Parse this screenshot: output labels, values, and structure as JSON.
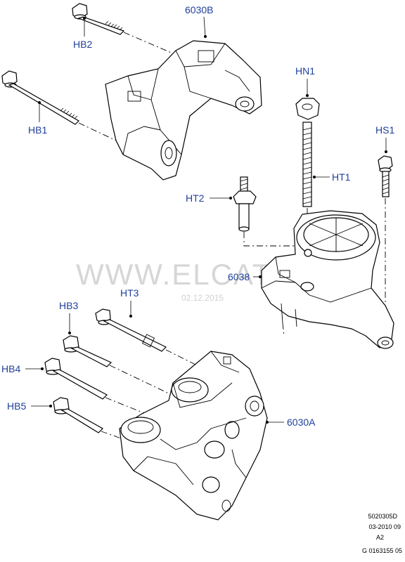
{
  "labels": {
    "hb2": "HB2",
    "part_6030b": "6030B",
    "hb1": "HB1",
    "hn1": "HN1",
    "hs1": "HS1",
    "ht1": "HT1",
    "ht2": "HT2",
    "part_6038": "6038",
    "ht3": "HT3",
    "hb3": "HB3",
    "hb4": "HB4",
    "hb5": "HB5",
    "part_6030a": "6030A"
  },
  "watermark": {
    "text": "WWW.ELCATS.RU",
    "date": "02.12.2015"
  },
  "drawing_codes": {
    "line1": "5020305D",
    "line2": "03-2010 09",
    "line3": "A2",
    "line4": "G 0163155 05"
  },
  "colors": {
    "label": "#1f3f9a",
    "line": "#000000",
    "watermark": "#d6d6d6"
  }
}
